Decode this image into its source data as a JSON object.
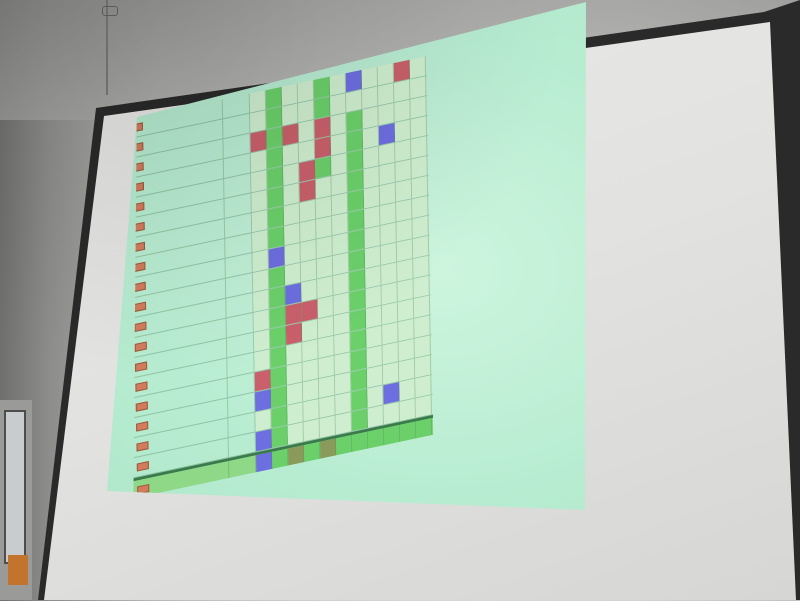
{
  "scene": {
    "description_colors": {
      "wall": "#b9b9b7",
      "screen": "#e2e2e0",
      "projection": "#b7ecd1",
      "green_cell": "#6bd06a",
      "red_cell": "#c9606b",
      "blue_cell": "#6d6ee0"
    }
  },
  "table": {
    "rows": [
      {
        "cells": [
          "lg",
          "g",
          "lg",
          "lg",
          "g",
          "lg",
          "b",
          "lg",
          "lg",
          "r",
          "lg"
        ]
      },
      {
        "cells": [
          "lg",
          "g",
          "lg",
          "lg",
          "g",
          "lg",
          "lg",
          "lg",
          "lg",
          "lg",
          "lg"
        ]
      },
      {
        "cells": [
          "r",
          "g",
          "r",
          "lg",
          "r",
          "lg",
          "g",
          "lg",
          "lg",
          "lg",
          "lg"
        ]
      },
      {
        "cells": [
          "lg",
          "g",
          "lg",
          "lg",
          "r",
          "lg",
          "g",
          "lg",
          "b",
          "lg",
          "lg"
        ]
      },
      {
        "cells": [
          "lg",
          "g",
          "lg",
          "r",
          "g",
          "lg",
          "g",
          "lg",
          "lg",
          "lg",
          "lg"
        ]
      },
      {
        "cells": [
          "lg",
          "g",
          "lg",
          "r",
          "lg",
          "lg",
          "g",
          "lg",
          "lg",
          "lg",
          "lg"
        ]
      },
      {
        "cells": [
          "lg",
          "g",
          "lg",
          "lg",
          "lg",
          "lg",
          "g",
          "lg",
          "lg",
          "lg",
          "lg"
        ]
      },
      {
        "cells": [
          "lg",
          "g",
          "lg",
          "lg",
          "lg",
          "lg",
          "g",
          "lg",
          "lg",
          "lg",
          "lg"
        ]
      },
      {
        "cells": [
          "lg",
          "b",
          "lg",
          "lg",
          "lg",
          "lg",
          "g",
          "lg",
          "lg",
          "lg",
          "lg"
        ]
      },
      {
        "cells": [
          "lg",
          "g",
          "lg",
          "lg",
          "lg",
          "lg",
          "g",
          "lg",
          "lg",
          "lg",
          "lg"
        ]
      },
      {
        "cells": [
          "lg",
          "g",
          "b",
          "lg",
          "lg",
          "lg",
          "g",
          "lg",
          "lg",
          "lg",
          "lg"
        ]
      },
      {
        "cells": [
          "lg",
          "g",
          "r",
          "r",
          "lg",
          "lg",
          "g",
          "lg",
          "lg",
          "lg",
          "lg"
        ]
      },
      {
        "cells": [
          "lg",
          "g",
          "r",
          "lg",
          "lg",
          "lg",
          "g",
          "lg",
          "lg",
          "lg",
          "lg"
        ]
      },
      {
        "cells": [
          "lg",
          "g",
          "lg",
          "lg",
          "lg",
          "lg",
          "g",
          "lg",
          "lg",
          "lg",
          "lg"
        ]
      },
      {
        "cells": [
          "r",
          "g",
          "lg",
          "lg",
          "lg",
          "lg",
          "g",
          "lg",
          "lg",
          "lg",
          "lg"
        ]
      },
      {
        "cells": [
          "b",
          "g",
          "lg",
          "lg",
          "lg",
          "lg",
          "g",
          "lg",
          "lg",
          "lg",
          "lg"
        ]
      },
      {
        "cells": [
          "lg",
          "g",
          "lg",
          "lg",
          "lg",
          "lg",
          "g",
          "lg",
          "b",
          "lg",
          "lg"
        ]
      },
      {
        "cells": [
          "b",
          "g",
          "lg",
          "lg",
          "lg",
          "lg",
          "g",
          "lg",
          "lg",
          "lg",
          "lg"
        ]
      }
    ],
    "footer_rows": [
      {
        "cells": [
          "b",
          "g",
          "o",
          "g",
          "o",
          "g",
          "g",
          "g",
          "g",
          "g",
          "g"
        ]
      },
      {
        "cells": [
          "b",
          "g",
          "g",
          "g",
          "g",
          "g",
          "o",
          "g",
          "g",
          "g",
          "g"
        ]
      },
      {
        "cells": [
          "g",
          "g",
          "g",
          "g",
          "g",
          "g",
          "g",
          "g",
          "g",
          "g",
          "g"
        ]
      },
      {
        "cells": [
          "g",
          "g",
          "g",
          "g",
          "g",
          "lg",
          "g",
          "g",
          "g",
          "g",
          "g"
        ]
      },
      {
        "cells": [
          "g",
          "g",
          "g",
          "g",
          "g",
          "lg",
          "g",
          "g",
          "g",
          "lg",
          "g"
        ]
      },
      {
        "cells": [
          "g",
          "g",
          "lg",
          "g",
          "g",
          "g",
          "g",
          "g",
          "lg",
          "b",
          "g"
        ]
      }
    ]
  }
}
